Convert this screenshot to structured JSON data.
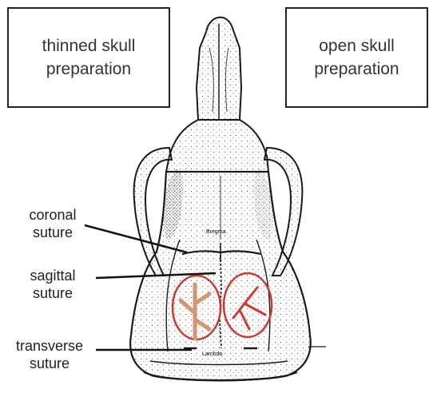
{
  "boxes": {
    "left": "thinned skull\npreparation",
    "right": "open skull\npreparation"
  },
  "labels": {
    "coronal": [
      "coronal",
      "suture"
    ],
    "sagittal": [
      "sagittal",
      "suture"
    ],
    "transverse": [
      "transverse",
      "suture"
    ]
  },
  "landmarks": {
    "bregma": "Bregma",
    "lambda": "Lambda"
  },
  "colors": {
    "ellipse": "#cc3a33",
    "vessel": "#d49670",
    "outline": "#1a1a1a"
  }
}
